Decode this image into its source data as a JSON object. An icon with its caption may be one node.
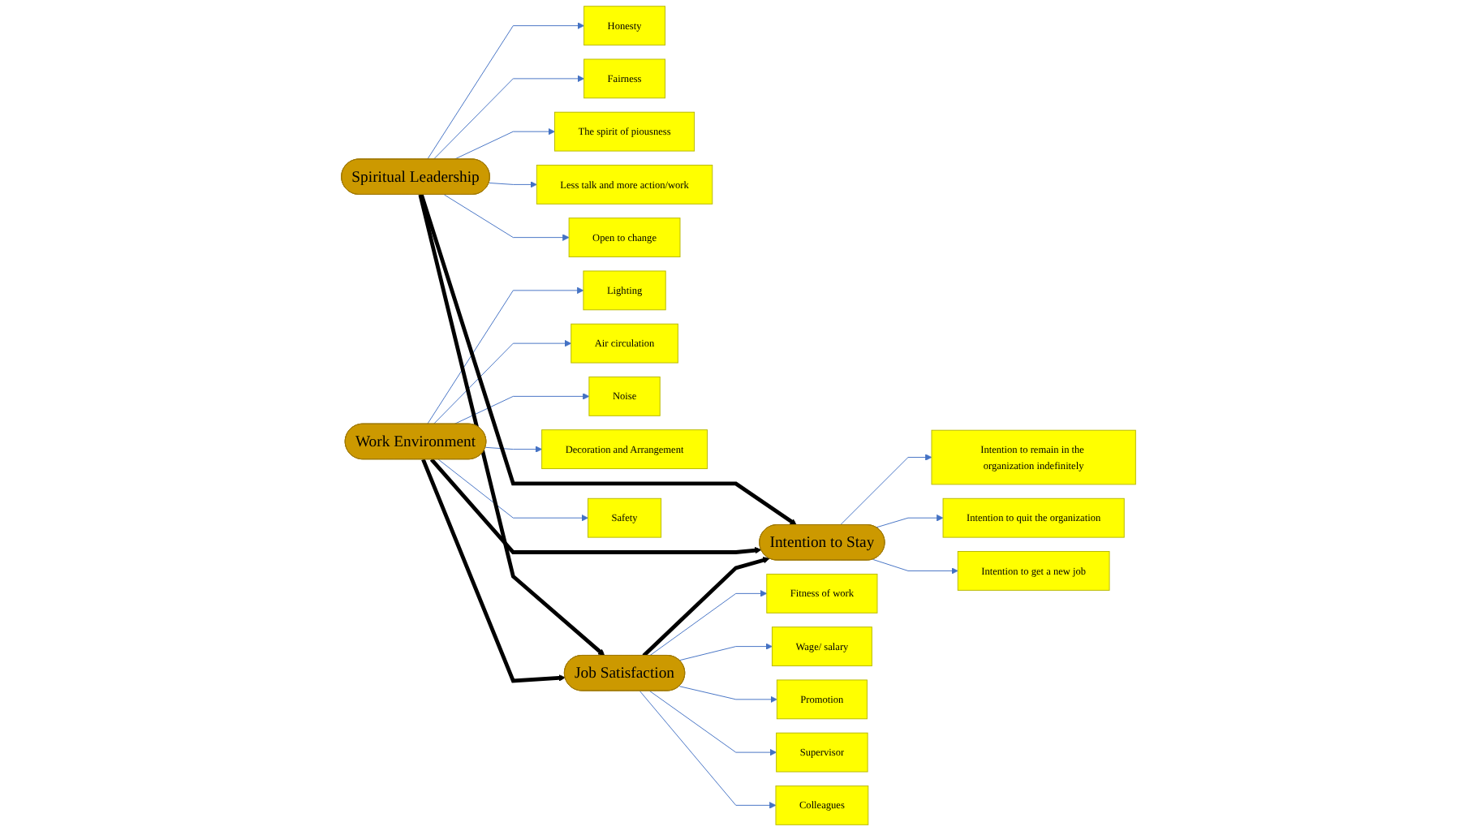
{
  "diagram": {
    "nodes": [
      {
        "text": [
          "Honesty"
        ]
      },
      {
        "text": [
          "Fairness"
        ]
      },
      {
        "text": [
          "The spirit of piousness"
        ]
      },
      {
        "text": [
          "Less talk and more action/work"
        ]
      },
      {
        "text": [
          "Open to change"
        ]
      },
      {
        "text": [
          "Lighting"
        ]
      },
      {
        "text": [
          "Air circulation"
        ]
      },
      {
        "text": [
          "Spiritual Leadership"
        ]
      },
      {
        "text": [
          "Noise"
        ]
      },
      {
        "text": [
          "Decoration and Arrangement"
        ]
      },
      {
        "text": [
          "Work Environment"
        ]
      },
      {
        "text": [
          "Job Satisfaction"
        ]
      },
      {
        "text": [
          "Intention to Stay"
        ]
      },
      {
        "text": [
          "Intention to remain in the organization indefinitely"
        ]
      },
      {
        "text": [
          "Intention to quit the organization"
        ]
      },
      {
        "text": [
          "Intention to get a new job"
        ]
      },
      {
        "text": [
          "Safety"
        ]
      },
      {
        "text": [
          "Fitness of work"
        ]
      },
      {
        "text": [
          "Wage/ salary"
        ]
      },
      {
        "text": [
          "Promotion"
        ]
      },
      {
        "text": [
          "Supervisor"
        ]
      },
      {
        "text": [
          "Colleagues"
        ]
      }
    ],
    "edges": [
      {
        "from": 7,
        "to": 0,
        "arrow": "to"
      },
      {
        "from": 7,
        "to": 1,
        "arrow": "to"
      },
      {
        "from": 7,
        "to": 2,
        "arrow": "to"
      },
      {
        "from": 7,
        "to": 3,
        "arrow": "to"
      },
      {
        "from": 7,
        "to": 4,
        "arrow": "to"
      },
      {
        "from": 10,
        "to": 5,
        "arrow": "to"
      },
      {
        "from": 10,
        "to": 6,
        "arrow": "to"
      },
      {
        "from": 10,
        "to": 8,
        "arrow": "to"
      },
      {
        "from": 10,
        "to": 9,
        "arrow": "to"
      },
      {
        "from": 10,
        "to": 16,
        "arrow": "to"
      },
      {
        "from": 7,
        "to": 11,
        "arrow": "to",
        "style": "thick",
        "color": "#000000"
      },
      {
        "from": 7,
        "to": 12,
        "arrow": "to",
        "style": "thick",
        "color": "#000000"
      },
      {
        "from": 10,
        "to": 11,
        "arrow": "to",
        "style": "thick",
        "color": "#000000"
      },
      {
        "from": 10,
        "to": 12,
        "arrow": "to",
        "style": "thick",
        "color": "#000000"
      },
      {
        "from": 11,
        "to": 12,
        "arrow": "to",
        "style": "thick",
        "color": "#000000"
      },
      {
        "from": 12,
        "to": 13,
        "arrow": "to"
      },
      {
        "from": 12,
        "to": 14,
        "arrow": "to"
      },
      {
        "from": 12,
        "to": 15,
        "arrow": "to"
      },
      {
        "from": 11,
        "to": 17,
        "arrow": "to"
      },
      {
        "from": 11,
        "to": 18,
        "arrow": "to"
      },
      {
        "from": 11,
        "to": 19,
        "arrow": "to"
      },
      {
        "from": 11,
        "to": 20,
        "arrow": "to"
      },
      {
        "from": 11,
        "to": 21,
        "arrow": "to"
      }
    ]
  }
}
